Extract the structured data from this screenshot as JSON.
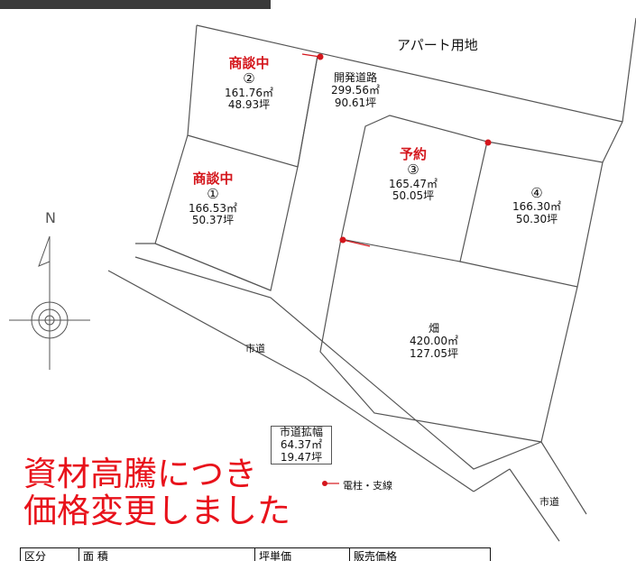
{
  "top_label": "アパート用地",
  "plots": [
    {
      "status": "商談中",
      "num": "②",
      "area_m2": "161.76㎡",
      "area_tsubo": "48.93坪"
    },
    {
      "status": "商談中",
      "num": "①",
      "area_m2": "166.53㎡",
      "area_tsubo": "50.37坪"
    },
    {
      "status": "予約",
      "num": "③",
      "area_m2": "165.47㎡",
      "area_tsubo": "50.05坪"
    },
    {
      "status": "",
      "num": "④",
      "area_m2": "166.30㎡",
      "area_tsubo": "50.30坪"
    }
  ],
  "dev_road": {
    "name": "開発道路",
    "area_m2": "299.56㎡",
    "area_tsubo": "90.61坪"
  },
  "field": {
    "name": "畑",
    "area_m2": "420.00㎡",
    "area_tsubo": "127.05坪"
  },
  "road_widening": {
    "name": "市道拡幅",
    "area_m2": "64.37㎡",
    "area_tsubo": "19.47坪"
  },
  "city_road_1": "市道",
  "city_road_2": "市道",
  "legend_pole": "電柱・支線",
  "compass_n": "N",
  "notice_line1": "資材高騰につき",
  "notice_line2": "価格変更しました",
  "table_headers": [
    "区分",
    "面 積",
    "坪単価",
    "販売価格"
  ],
  "colors": {
    "accent_red": "#e8121b",
    "line": "#555555"
  }
}
